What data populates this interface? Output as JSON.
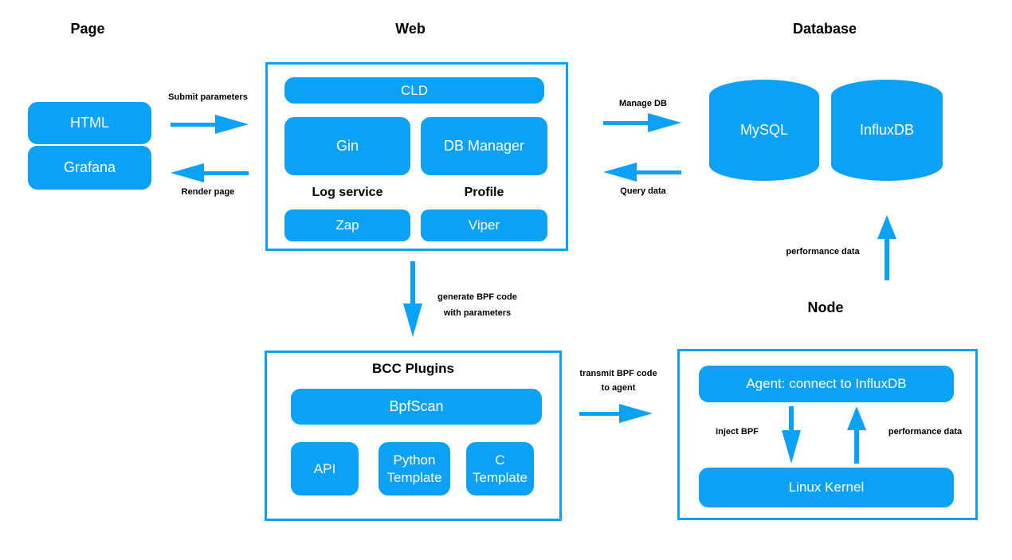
{
  "colors": {
    "accent": "#0ba1f7",
    "box_text": "#ffffff",
    "label_text": "#000000",
    "background": "#ffffff"
  },
  "headers": {
    "page": "Page",
    "web": "Web",
    "database": "Database",
    "node": "Node"
  },
  "page": {
    "html": "HTML",
    "grafana": "Grafana"
  },
  "web": {
    "cld": "CLD",
    "gin": "Gin",
    "db_manager": "DB Manager",
    "log_service": "Log service",
    "profile": "Profile",
    "zap": "Zap",
    "viper": "Viper"
  },
  "database": {
    "mysql": "MySQL",
    "influxdb": "InfluxDB"
  },
  "bcc": {
    "title": "BCC Plugins",
    "bpfscan": "BpfScan",
    "api": "API",
    "python_template": "Python Template",
    "c_template": "C Template"
  },
  "node": {
    "agent": "Agent: connect to InfluxDB",
    "linux_kernel": "Linux Kernel"
  },
  "labels": {
    "submit_parameters": "Submit parameters",
    "render_page": "Render page",
    "manage_db": "Manage DB",
    "query_data": "Query data",
    "performance_data_db": "performance data",
    "generate_line1": "generate BPF code",
    "generate_line2": "with parameters",
    "transmit_line1": "transmit BPF code",
    "transmit_line2": "to agent",
    "inject_bpf": "inject BPF",
    "performance_data_node": "performance data"
  }
}
